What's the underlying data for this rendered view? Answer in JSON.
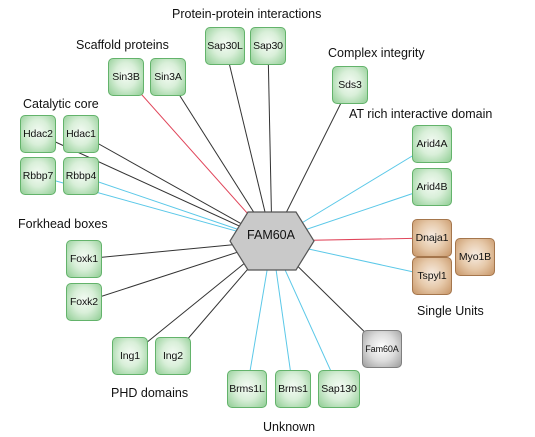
{
  "hub": {
    "label": "FAM60A"
  },
  "colors": {
    "green_fill": "#d9efd9",
    "green_border": "#63b36b",
    "brown_fill": "#e6c9aa",
    "gray_fill": "#dcdcdc",
    "edge_black": "#333333",
    "edge_red": "#e0455a",
    "edge_blue": "#5bc8e8"
  },
  "group_labels": {
    "protein_protein": "Protein-protein interactions",
    "scaffold": "Scaffold proteins",
    "complex_integrity": "Complex integrity",
    "catalytic_core": "Catalytic core",
    "at_rich": "AT rich interactive domain",
    "forkhead": "Forkhead boxes",
    "single_units": "Single Units",
    "phd": "PHD domains",
    "unknown": "Unknown"
  },
  "nodes": [
    {
      "id": "sap30l",
      "label": "Sap30L",
      "style": "green",
      "edge": "black"
    },
    {
      "id": "sap30",
      "label": "Sap30",
      "style": "green",
      "edge": "black"
    },
    {
      "id": "sin3b",
      "label": "Sin3B",
      "style": "green",
      "edge": "red"
    },
    {
      "id": "sin3a",
      "label": "Sin3A",
      "style": "green",
      "edge": "black"
    },
    {
      "id": "sds3",
      "label": "Sds3",
      "style": "green",
      "edge": "black"
    },
    {
      "id": "hdac2",
      "label": "Hdac2",
      "style": "green",
      "edge": "black"
    },
    {
      "id": "hdac1",
      "label": "Hdac1",
      "style": "green",
      "edge": "black"
    },
    {
      "id": "rbbp7",
      "label": "Rbbp7",
      "style": "green",
      "edge": "blue"
    },
    {
      "id": "rbbp4",
      "label": "Rbbp4",
      "style": "green",
      "edge": "blue"
    },
    {
      "id": "arid4a",
      "label": "Arid4A",
      "style": "green",
      "edge": "blue"
    },
    {
      "id": "arid4b",
      "label": "Arid4B",
      "style": "green",
      "edge": "blue"
    },
    {
      "id": "dnaja1",
      "label": "Dnaja1",
      "style": "brown",
      "edge": "red"
    },
    {
      "id": "tspyl1",
      "label": "Tspyl1",
      "style": "brown",
      "edge": "blue"
    },
    {
      "id": "myo1b",
      "label": "Myo1B",
      "style": "brown",
      "edge": "none"
    },
    {
      "id": "foxk1",
      "label": "Foxk1",
      "style": "green",
      "edge": "black"
    },
    {
      "id": "foxk2",
      "label": "Foxk2",
      "style": "green",
      "edge": "black"
    },
    {
      "id": "ing1",
      "label": "Ing1",
      "style": "green",
      "edge": "black"
    },
    {
      "id": "ing2",
      "label": "Ing2",
      "style": "green",
      "edge": "black"
    },
    {
      "id": "fam60a",
      "label": "Fam60A",
      "style": "gray",
      "edge": "black"
    },
    {
      "id": "brms1l",
      "label": "Brms1L",
      "style": "green",
      "edge": "blue"
    },
    {
      "id": "brms1",
      "label": "Brms1",
      "style": "green",
      "edge": "blue"
    },
    {
      "id": "sap130",
      "label": "Sap130",
      "style": "green",
      "edge": "blue"
    }
  ]
}
